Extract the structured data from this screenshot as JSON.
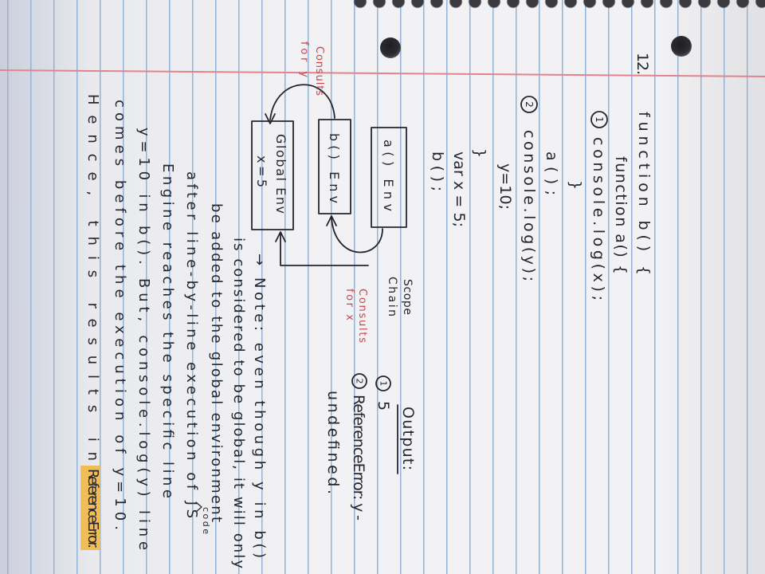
{
  "problem_number": "12.",
  "code": {
    "line_function_b": "function b() {",
    "line_function_a": "function a() {",
    "marker_1": "1",
    "line_log_x": "console.log(x);",
    "line_close_a": "}",
    "line_call_a": "a();",
    "marker_2": "2",
    "line_log_y": "console.log(y);",
    "line_assign_y": "y=10;",
    "line_close_b": "}",
    "line_var_x": "var x = 5;",
    "line_call_b": "b();"
  },
  "diagram": {
    "a_env_label": "a() Env",
    "b_env_label": "b() Env",
    "global_env_label": "Global Env",
    "global_env_value": "x=5",
    "consults_y": [
      "Consults",
      "for y"
    ],
    "scope_chain": [
      "Scope",
      "Chain"
    ],
    "consults_x": [
      "Consults",
      "for x"
    ]
  },
  "output": {
    "heading": "Output:",
    "items": [
      {
        "marker": "1",
        "lines": [
          "5"
        ]
      },
      {
        "marker": "2",
        "lines": [
          "ReferenceError: y -",
          "undefined."
        ]
      }
    ]
  },
  "note": {
    "lines": [
      "→ Note: even though y in b()",
      "is considered to be global, it will only",
      "be added to the global environment",
      "after line-by-line execution of JS",
      "Engine reaches the specific line",
      "y=10 in b(). But, console.log(y) line",
      "comes before the execution of y=10.",
      "Hence, this results in"
    ],
    "inserted_word": "code",
    "highlighted_text": "ReferenceError."
  },
  "colors": {
    "paper": "#f2f2f4",
    "ink": "#25252f",
    "red_ink": "#c94650",
    "rule_blue": "#93b2d9",
    "margin_red": "#e2848d",
    "highlighter": "#f2b53c",
    "hole": "#3b3b3f"
  }
}
